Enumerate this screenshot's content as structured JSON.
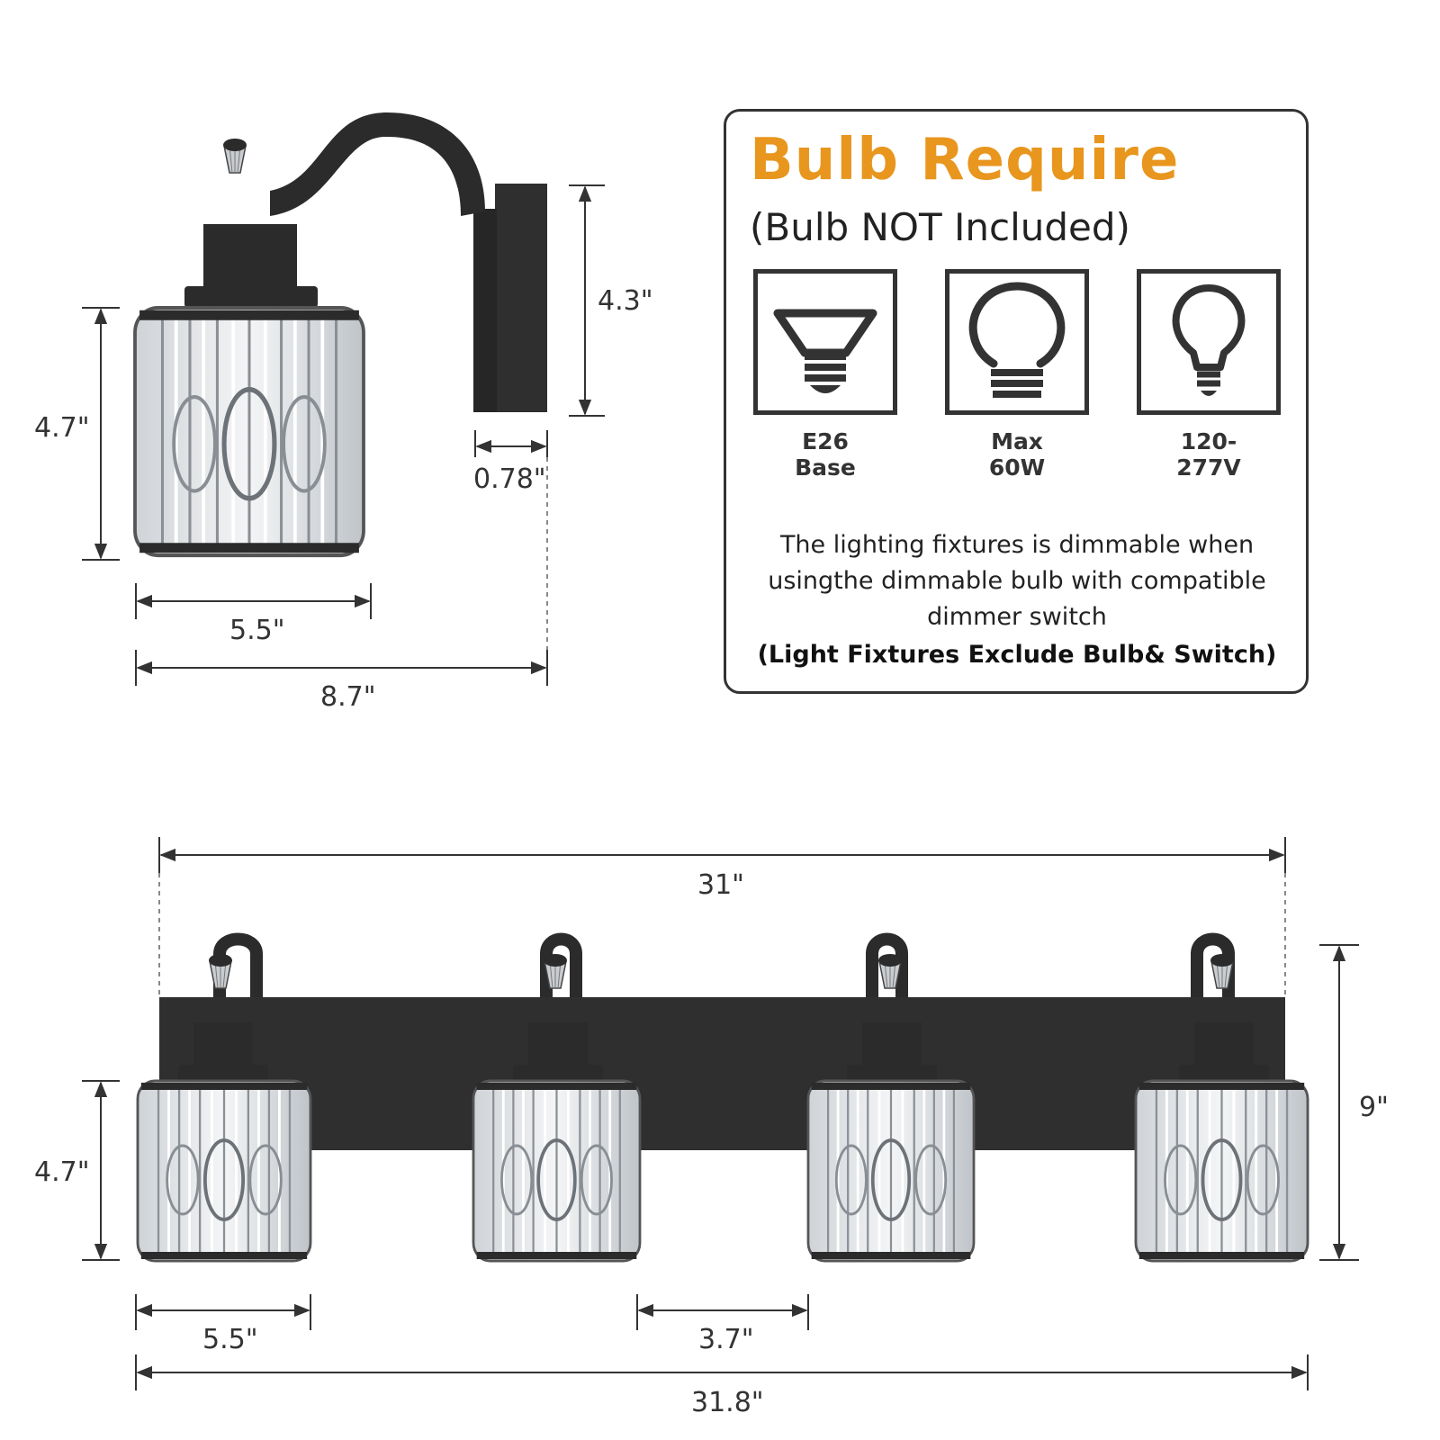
{
  "colors": {
    "accent": "#E8961E",
    "fixture": "#2b2b2b",
    "crystal": "#d9dde1",
    "line": "#333333"
  },
  "single_view": {
    "height_label": "4.7\"",
    "shade_width_label": "5.5\"",
    "depth_label": "8.7\"",
    "backplate_height_label": "4.3\"",
    "backplate_thickness_label": "0.78\""
  },
  "bulb_panel": {
    "title": "Bulb Require",
    "subtitle": "(Bulb NOT Included)",
    "specs": [
      {
        "icon": "par-bulb-icon",
        "line1": "E26",
        "line2": "Base"
      },
      {
        "icon": "round-bulb-icon",
        "line1": "Max",
        "line2": "60W"
      },
      {
        "icon": "a19-bulb-icon",
        "line1": "120-",
        "line2": "277V"
      }
    ],
    "note_lines": [
      "The lighting fixtures is dimmable when",
      "usingthe dimmable bulb with compatible",
      "dimmer switch"
    ],
    "exclude_note": "(Light Fixtures Exclude Bulb& Switch)"
  },
  "front_view": {
    "backplate_length_label": "31\"",
    "total_height_label": "9\"",
    "shade_height_label": "4.7\"",
    "shade_width_label": "5.5\"",
    "shade_gap_label": "3.7\"",
    "total_length_label": "31.8\""
  }
}
